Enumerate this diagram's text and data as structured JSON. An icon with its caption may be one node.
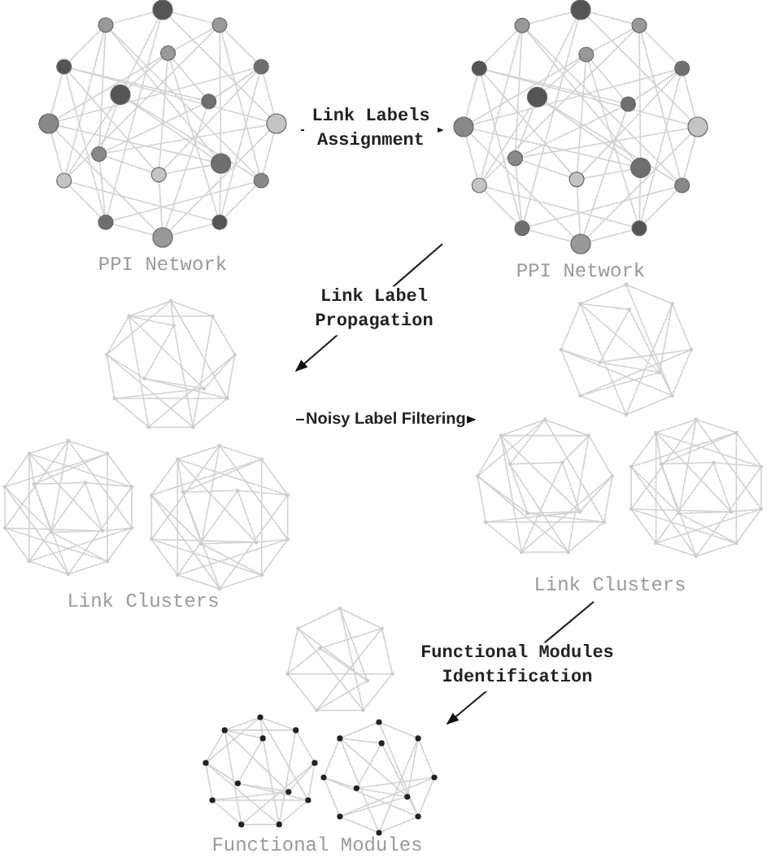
{
  "diagram": {
    "nodes": [
      {
        "text": [
          "PPI Network"
        ]
      },
      {
        "text": [
          "PPI Network"
        ]
      },
      {
        "text": [
          "Link Clusters"
        ]
      },
      {
        "text": [
          "Link Clusters"
        ]
      },
      {
        "text": [
          "Functional Modules"
        ]
      }
    ],
    "edges": [
      {
        "from": 0,
        "to": 1,
        "arrow": "to",
        "label": "Link Labels Assignment"
      },
      {
        "from": 1,
        "to": 2,
        "arrow": "to",
        "label": "Link Label Propagation"
      },
      {
        "from": 2,
        "to": 3,
        "arrow": "to",
        "label": "Noisy Label Filtering"
      },
      {
        "from": 3,
        "to": 4,
        "arrow": "to",
        "label": "Functional Modules Identification"
      }
    ]
  }
}
